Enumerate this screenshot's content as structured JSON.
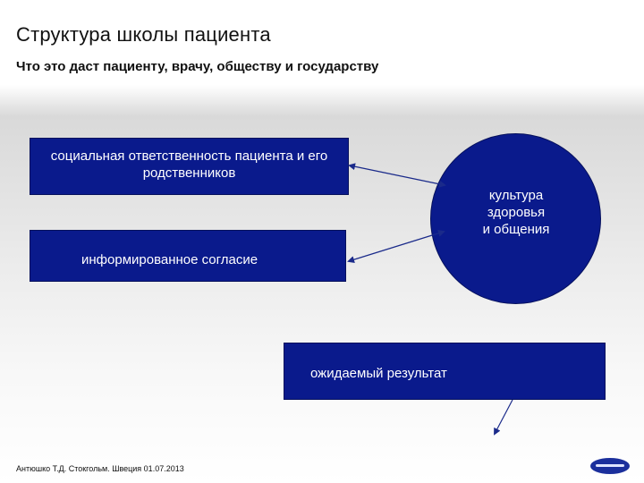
{
  "title": "Структура школы пациента",
  "subtitle": "Что  это даст пациенту, врачу, обществу и государству",
  "boxes": {
    "responsibility": "социальная ответственность пациента и его родственников",
    "consent": "информированное согласие",
    "result": "ожидаемый результат"
  },
  "circle": {
    "line1": "культура здоровья",
    "line2": "и общения"
  },
  "footer": "Антюшко Т.Д.  Стокгольм. Швеция 01.07.2013",
  "colors": {
    "box_fill": "#0a1a8c",
    "box_text": "#ffffff",
    "arrow": "#1a2a8a"
  }
}
